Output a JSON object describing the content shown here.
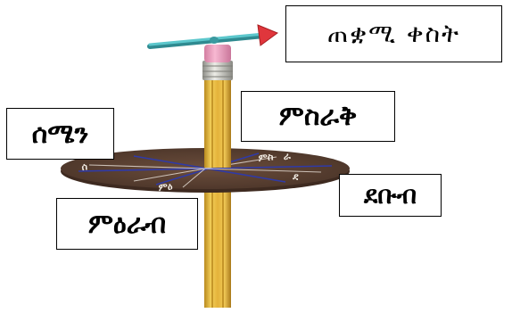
{
  "labels": {
    "pointer": "ጠቋሚ ቀስት",
    "north": "ምስራቅ",
    "west": "ሰሜን",
    "south": "ደቡብ",
    "east": "ምዕራብ"
  },
  "colors": {
    "pencil_body": "#e7b93a",
    "pencil_stripe": "#b7861c",
    "eraser": "#f2a3c4",
    "ferrule": "#c9c9c4",
    "disc": "#5b4132",
    "arrow_shaft": "#4fb7bd",
    "arrow_head": "#e0363c",
    "disc_lines": "#2f3aa8"
  }
}
